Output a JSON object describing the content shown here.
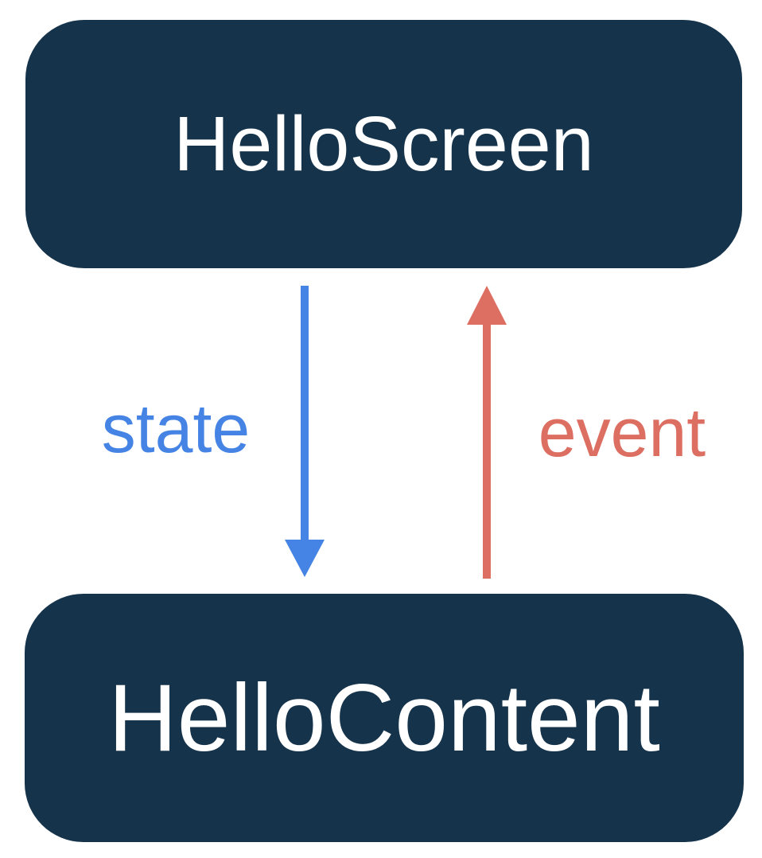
{
  "diagram": {
    "top_box": {
      "label": "HelloScreen"
    },
    "bottom_box": {
      "label": "HelloContent"
    },
    "state_flow": {
      "label": "state",
      "direction": "down",
      "icon": "arrow-down"
    },
    "event_flow": {
      "label": "event",
      "direction": "up",
      "icon": "arrow-up"
    }
  },
  "colors": {
    "box-bg": "#15334A",
    "box-text": "#FFFFFF",
    "state-blue": "#4584E4",
    "event-red": "#DC6E62",
    "page-bg": "#FFFFFF"
  }
}
